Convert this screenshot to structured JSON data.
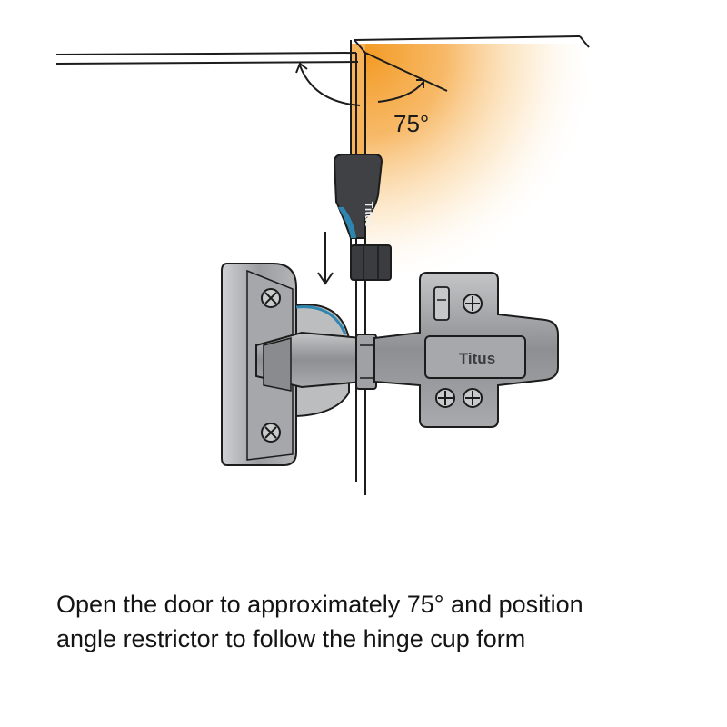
{
  "diagram": {
    "angle_label": "75°",
    "brand_on_hinge": "Titus",
    "brand_on_restrictor": "Titus",
    "colors": {
      "glow": "#f5a536",
      "outline": "#1c1c1c",
      "metal": "#8f9093",
      "metal_dark": "#5f6063",
      "metal_light": "#b9babc",
      "restrictor_body": "#3f4145",
      "restrictor_accent": "#2e86b0"
    },
    "icons": [
      "down-arrow-icon",
      "screw-icon",
      "angle-arc-icon"
    ]
  },
  "caption": {
    "line1": "Open the door to approximately 75° and position",
    "line2": "angle restrictor to follow the hinge cup form"
  }
}
